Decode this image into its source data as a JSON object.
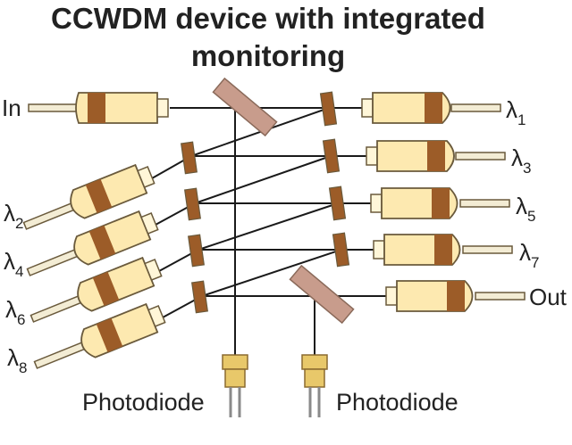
{
  "title": {
    "line1": "CCWDM device with integrated",
    "line2": "monitoring"
  },
  "labels": {
    "in": "In",
    "out": "Out",
    "lambda_symbol": "λ",
    "outputs": [
      {
        "name": "λ1",
        "sub": "1"
      },
      {
        "name": "λ3",
        "sub": "3"
      },
      {
        "name": "λ5",
        "sub": "5"
      },
      {
        "name": "λ7",
        "sub": "7"
      }
    ],
    "inputs": [
      {
        "name": "λ2",
        "sub": "2"
      },
      {
        "name": "λ4",
        "sub": "4"
      },
      {
        "name": "λ6",
        "sub": "6"
      },
      {
        "name": "λ8",
        "sub": "8"
      }
    ],
    "photodiode_left": "Photodiode",
    "photodiode_right": "Photodiode"
  },
  "colors": {
    "collimator_body": "#fde9b0",
    "band": "#9c5c28",
    "filter": "#9c5c28",
    "mirror": "#c89c8c",
    "photodiode": "#e8c86a"
  }
}
